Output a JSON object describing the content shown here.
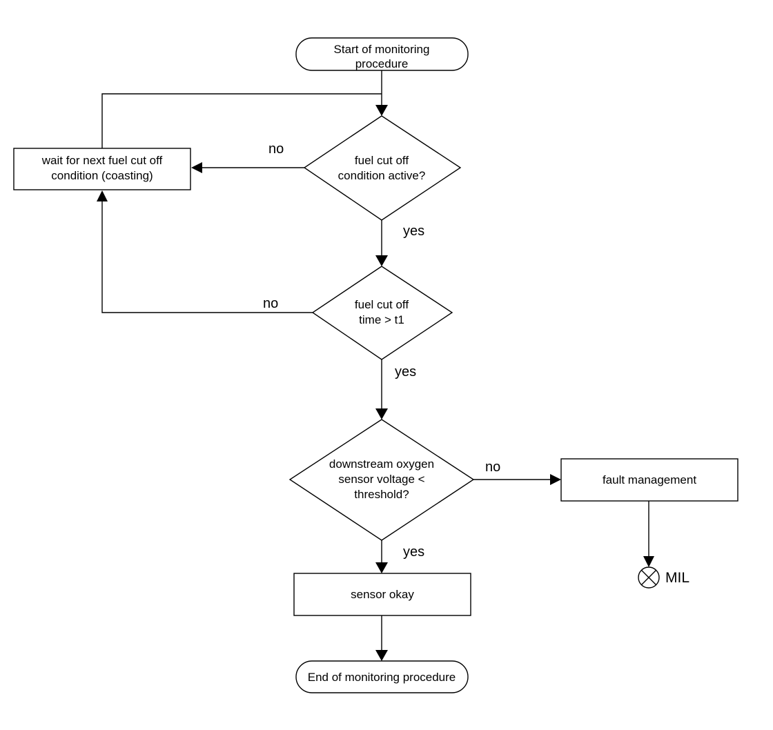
{
  "nodes": {
    "start": [
      "Start of monitoring",
      "procedure"
    ],
    "wait": [
      "wait for next fuel cut off",
      "condition (coasting)"
    ],
    "decision_fuel_cut": [
      "fuel cut off",
      "condition active?"
    ],
    "decision_time": [
      "fuel cut off",
      "time > t1"
    ],
    "decision_voltage": [
      "downstream oxygen",
      "sensor voltage <",
      "threshold?"
    ],
    "fault": [
      "fault management"
    ],
    "sensor_ok": [
      "sensor okay"
    ],
    "end": [
      "End of monitoring procedure"
    ]
  },
  "edges": {
    "no_1": "no",
    "yes_1": "yes",
    "no_2": "no",
    "yes_2": "yes",
    "no_3": "no",
    "yes_3": "yes"
  },
  "mil_label": "MIL",
  "colors": {
    "stroke": "#000000",
    "fill": "#ffffff"
  }
}
